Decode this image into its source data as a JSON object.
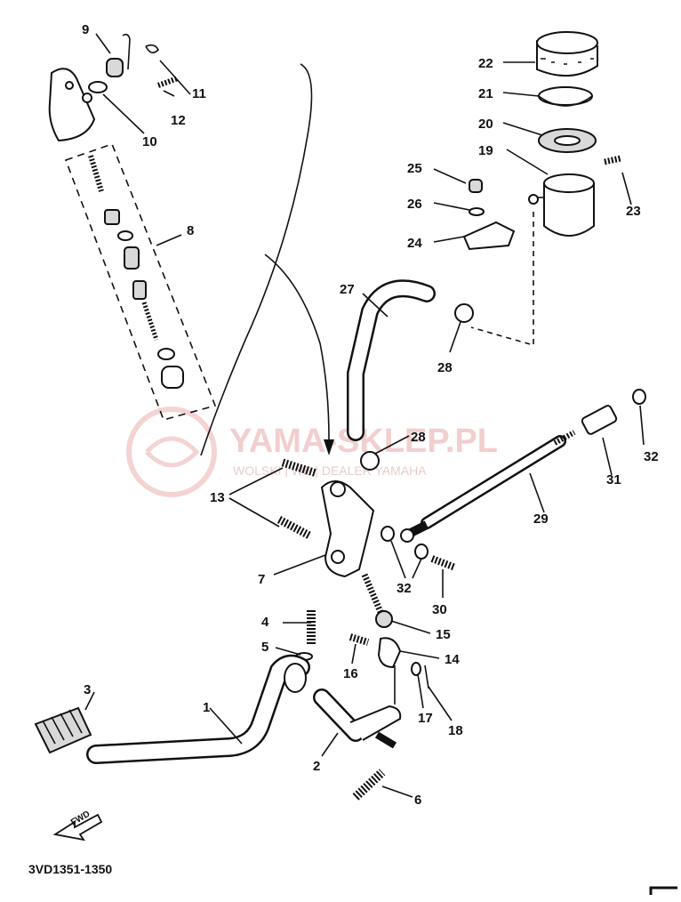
{
  "diagram": {
    "drawing_code": "3VD1351-1350",
    "fwd_label": "FWD",
    "watermark": {
      "main": "YAMA-SKLEP.PL",
      "sub": "WOLSKI | WE | DEALER YAMAHA"
    },
    "callouts": [
      "1",
      "2",
      "3",
      "4",
      "5",
      "6",
      "7",
      "8",
      "9",
      "10",
      "11",
      "12",
      "13",
      "14",
      "15",
      "16",
      "17",
      "18",
      "19",
      "20",
      "21",
      "22",
      "23",
      "24",
      "25",
      "26",
      "27",
      "28",
      "29",
      "30",
      "31",
      "32"
    ]
  },
  "colors": {
    "ink": "#111111",
    "watermark": "#e9a7a7"
  }
}
